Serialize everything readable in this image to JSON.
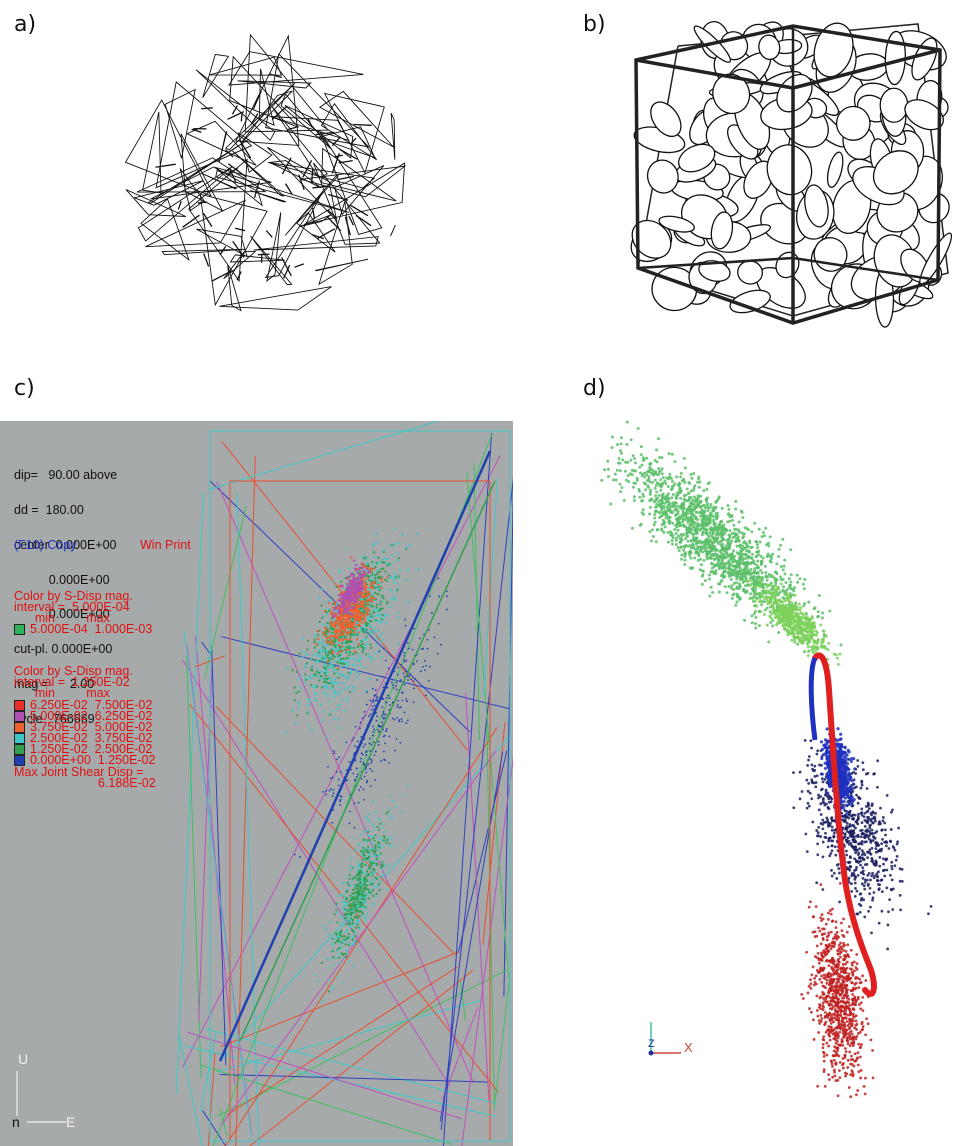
{
  "panels": {
    "a": {
      "label": "a)"
    },
    "b": {
      "label": "b)"
    },
    "c": {
      "label": "c)"
    },
    "d": {
      "label": "d)"
    }
  },
  "panel_c": {
    "header_lines": [
      "dip=   90.00 above",
      "dd =  180.00",
      "center  0.000E+00",
      "          0.000E+00",
      "          0.000E+00",
      "cut-pl. 0.000E+00",
      "mag =      2.00",
      "cycle   766669"
    ],
    "copy_label": "(F10) Copy",
    "print_label": "Win Print",
    "legend1": {
      "title": "Color by S-Disp mag.",
      "interval": "interval =  5.000E-04",
      "minmax": "      min         max",
      "row": "5.000E-04  1.000E-03",
      "color": "#2fb35a"
    },
    "legend2": {
      "title": "Color by S-Disp mag.",
      "interval": "interval =  1.250E-02",
      "minmax": "      min         max",
      "rows": [
        {
          "text": "6.250E-02  7.500E-02",
          "color": "#e8302a"
        },
        {
          "text": "5.000E-02  6.250E-02",
          "color": "#b050b0"
        },
        {
          "text": "3.750E-02  5.000E-02",
          "color": "#f06030"
        },
        {
          "text": "2.500E-02  3.750E-02",
          "color": "#40c8c8"
        },
        {
          "text": "1.250E-02  2.500E-02",
          "color": "#30a050"
        },
        {
          "text": "0.000E+00  1.250E-02",
          "color": "#2040b0"
        }
      ],
      "max_label": "Max Joint Shear Disp =",
      "max_value": "6.188E-02"
    },
    "compass": {
      "up": "U",
      "north": "n",
      "east": "E"
    }
  },
  "panel_d": {
    "axis_x": "X",
    "axis_z": "Z",
    "colors": {
      "green": "#5cc06a",
      "navy": "#1a1f60",
      "red": "#c02020",
      "blue": "#2030c0",
      "bright_red": "#e02020"
    }
  }
}
